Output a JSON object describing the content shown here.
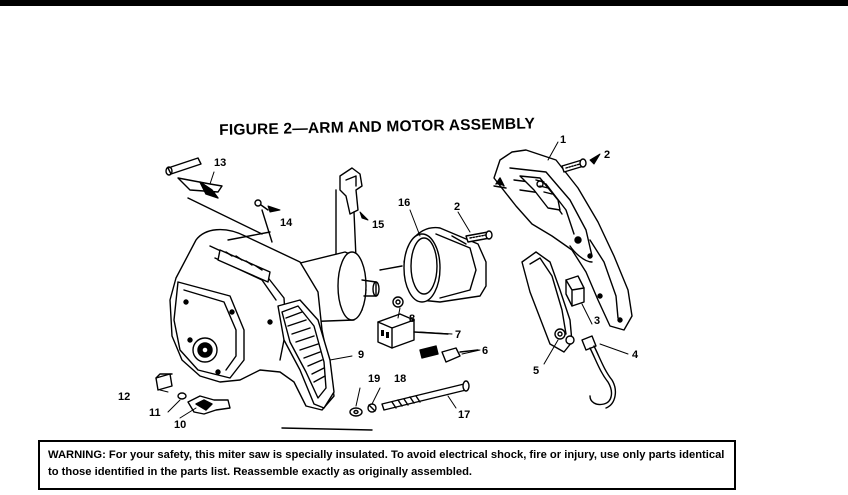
{
  "figure": {
    "title": "FIGURE 2—ARM AND MOTOR ASSEMBLY"
  },
  "callouts": [
    {
      "id": "c1",
      "text": "1"
    },
    {
      "id": "c2a",
      "text": "2"
    },
    {
      "id": "c2b",
      "text": "2"
    },
    {
      "id": "c3",
      "text": "3"
    },
    {
      "id": "c4",
      "text": "4"
    },
    {
      "id": "c5",
      "text": "5"
    },
    {
      "id": "c6",
      "text": "6"
    },
    {
      "id": "c7",
      "text": "7"
    },
    {
      "id": "c8",
      "text": "8"
    },
    {
      "id": "c9",
      "text": "9"
    },
    {
      "id": "c10",
      "text": "10"
    },
    {
      "id": "c11",
      "text": "11"
    },
    {
      "id": "c12",
      "text": "12"
    },
    {
      "id": "c13",
      "text": "13"
    },
    {
      "id": "c14",
      "text": "14"
    },
    {
      "id": "c15",
      "text": "15"
    },
    {
      "id": "c16",
      "text": "16"
    },
    {
      "id": "c17",
      "text": "17"
    },
    {
      "id": "c18",
      "text": "18"
    },
    {
      "id": "c19",
      "text": "19"
    }
  ],
  "warning": {
    "label": "WARNING:",
    "text": " For your safety, this miter saw is specially insulated. To avoid electrical shock, fire or injury, use only parts identical to those identified in the parts list. Reassemble exactly as originally assembled."
  }
}
